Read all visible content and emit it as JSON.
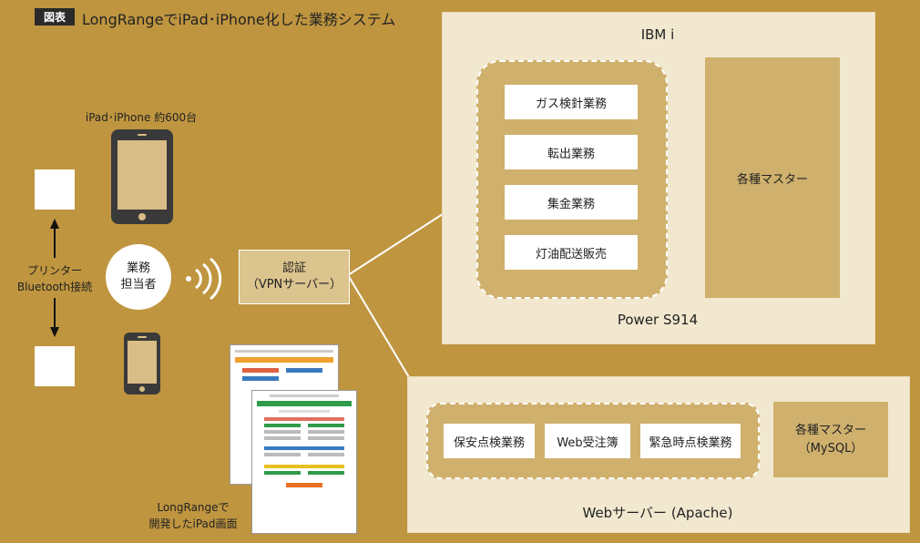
{
  "title": {
    "tag": "図表",
    "text": "LongRangeでiPad･iPhone化した業務システム"
  },
  "devices": {
    "count_label": "iPad･iPhone 約600台",
    "printer_label_1": "プリンター",
    "printer_label_2": "Bluetooth接続",
    "staff_line_1": "業務",
    "staff_line_2": "担当者",
    "screen_caption_1": "LongRangeで",
    "screen_caption_2": "開発したiPad画面"
  },
  "auth": {
    "line_1": "認証",
    "line_2": "（VPNサーバー）"
  },
  "ibm": {
    "title": "IBM i",
    "footer": "Power S914",
    "apps": [
      "ガス検針業務",
      "転出業務",
      "集金業務",
      "灯油配送販売"
    ],
    "master": "各種マスター"
  },
  "web": {
    "footer": "Webサーバー (Apache)",
    "apps": [
      "保安点検業務",
      "Web受注簿",
      "緊急時点検業務"
    ],
    "master_line_1": "各種マスター",
    "master_line_2": "（MySQL）"
  },
  "colors": {
    "background": "#bf953f",
    "panel": "#f2e8cf",
    "group": "#cfb06d",
    "device_dark": "#3a3a3a",
    "device_screen": "#d9bd86"
  }
}
